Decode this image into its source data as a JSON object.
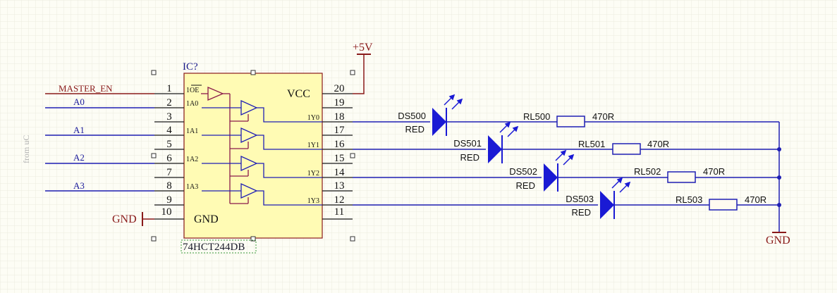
{
  "colors": {
    "background": "#fdfdf5",
    "grid": "#ecece0",
    "wire": "#1f1fb4",
    "body_fill": "#fffbb4",
    "body_stroke": "#8a1a1a",
    "pin_line": "#1a1a1a",
    "power": "#8a1a1a",
    "led": "#1a1ad4",
    "resistor": "#1f1fb4",
    "label_blue": "#1a1a9a",
    "designator": "#1a1a8a",
    "side_text": "#b0b0b0"
  },
  "ic": {
    "designator": "IC?",
    "part": "74HCT244DB",
    "vcc_label": "VCC",
    "gnd_label": "GND",
    "left_pins": [
      "1",
      "2",
      "3",
      "4",
      "5",
      "6",
      "7",
      "8",
      "9",
      "10"
    ],
    "right_pins": [
      "20",
      "19",
      "18",
      "17",
      "16",
      "15",
      "14",
      "13",
      "12",
      "11"
    ],
    "inner_left": [
      "1OE",
      "1A0",
      "1A1",
      "1A2",
      "1A3"
    ],
    "inner_right": [
      "1Y0",
      "1Y1",
      "1Y2",
      "1Y3"
    ]
  },
  "power": {
    "vcc": "+5V",
    "gnd_left": "GND",
    "gnd_right": "GND"
  },
  "nets": {
    "master_en": "MASTER_EN",
    "inputs": [
      "A0",
      "A1",
      "A2",
      "A3"
    ]
  },
  "side_note": "from uC",
  "channels": [
    {
      "led": "DS500",
      "led_color": "RED",
      "resistor": "RL500",
      "value": "470R"
    },
    {
      "led": "DS501",
      "led_color": "RED",
      "resistor": "RL501",
      "value": "470R"
    },
    {
      "led": "DS502",
      "led_color": "RED",
      "resistor": "RL502",
      "value": "470R"
    },
    {
      "led": "DS503",
      "led_color": "RED",
      "resistor": "RL503",
      "value": "470R"
    }
  ]
}
